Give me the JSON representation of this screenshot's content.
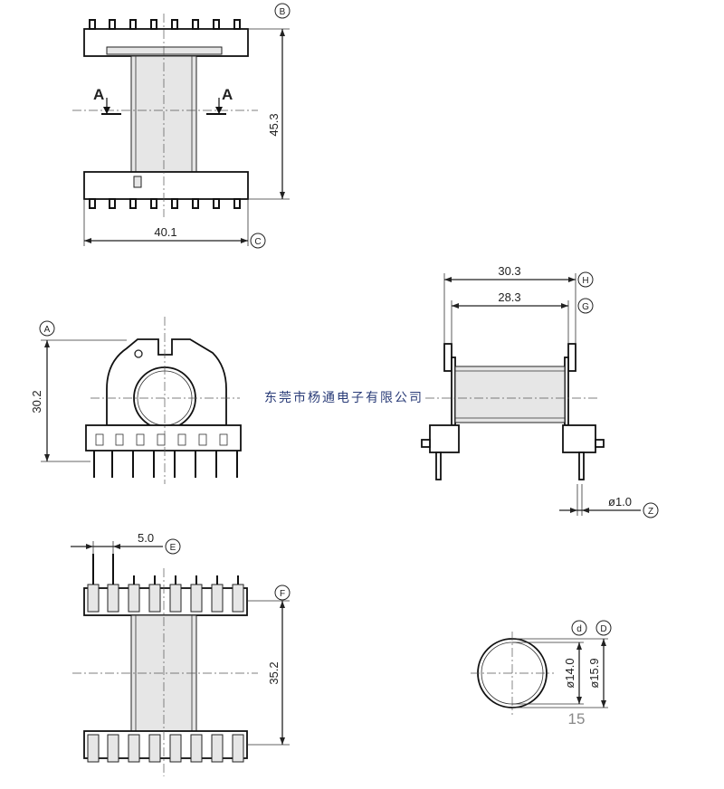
{
  "watermark": "东莞市杨通电子有限公司",
  "footer_number": "15",
  "section_marks": {
    "left": "A",
    "right": "A"
  },
  "dimensions": {
    "height_45_3": "45.3",
    "width_40_1": "40.1",
    "height_30_2": "30.2",
    "width_30_3": "30.3",
    "width_28_3": "28.3",
    "pin_dia_1_0": "ø1.0",
    "pitch_5_0": "5.0",
    "height_35_2": "35.2",
    "dia_14_0": "ø14.0",
    "dia_15_9": "ø15.9"
  },
  "callouts": {
    "B": "B",
    "C": "C",
    "A": "A",
    "H": "H",
    "G": "G",
    "Z": "Z",
    "E": "E",
    "F": "F",
    "d": "d",
    "D": "D"
  }
}
